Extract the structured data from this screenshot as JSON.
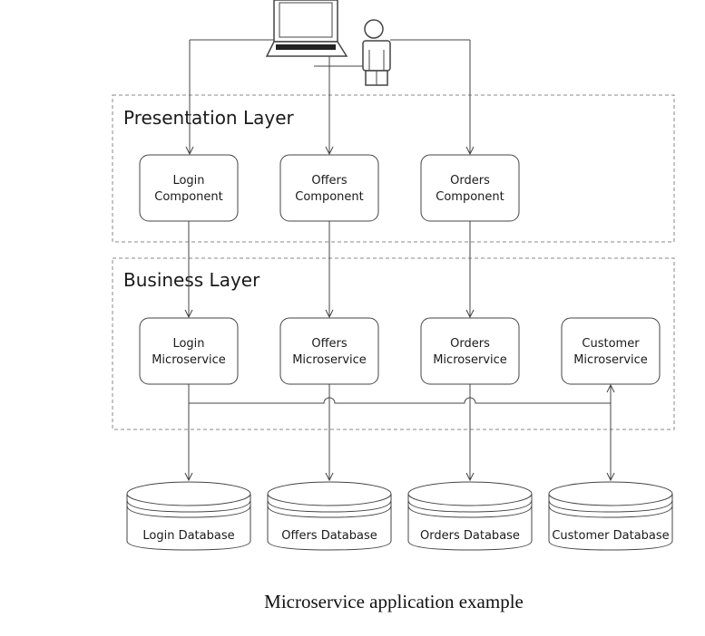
{
  "diagram": {
    "layers": {
      "presentation": "Presentation Layer",
      "business": "Business Layer"
    },
    "components": {
      "login": [
        "Login",
        "Component"
      ],
      "offers": [
        "Offers",
        "Component"
      ],
      "orders": [
        "Orders",
        "Component"
      ]
    },
    "microservices": {
      "login": [
        "Login",
        "Microservice"
      ],
      "offers": [
        "Offers",
        "Microservice"
      ],
      "orders": [
        "Orders",
        "Microservice"
      ],
      "customer": [
        "Customer",
        "Microservice"
      ]
    },
    "databases": {
      "login": "Login Database",
      "offers": "Offers Database",
      "orders": "Orders Database",
      "customer": "Customer Database"
    },
    "icons": [
      "laptop-icon",
      "user-icon"
    ]
  },
  "caption": "Microservice application example"
}
